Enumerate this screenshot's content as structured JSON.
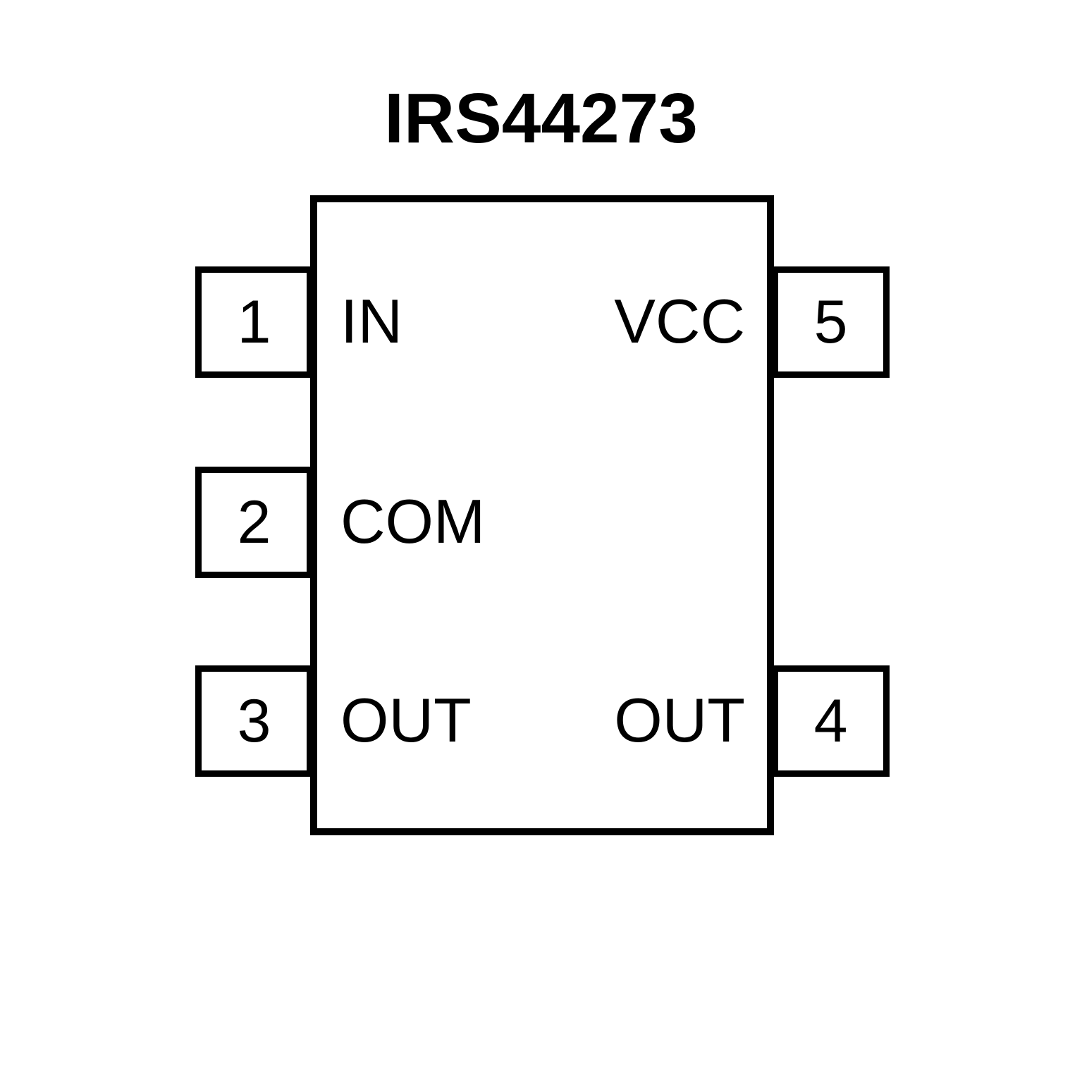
{
  "diagram": {
    "title": "IRS44273",
    "package_type": "5-pin IC pinout diagram",
    "background_color": "#ffffff",
    "line_color": "#000000",
    "pins": [
      {
        "number": "1",
        "signal": "IN",
        "side": "left",
        "row": 1
      },
      {
        "number": "2",
        "signal": "COM",
        "side": "left",
        "row": 2
      },
      {
        "number": "3",
        "signal": "OUT",
        "side": "left",
        "row": 3
      },
      {
        "number": "4",
        "signal": "OUT",
        "side": "right",
        "row": 3
      },
      {
        "number": "5",
        "signal": "VCC",
        "side": "right",
        "row": 1
      }
    ]
  }
}
